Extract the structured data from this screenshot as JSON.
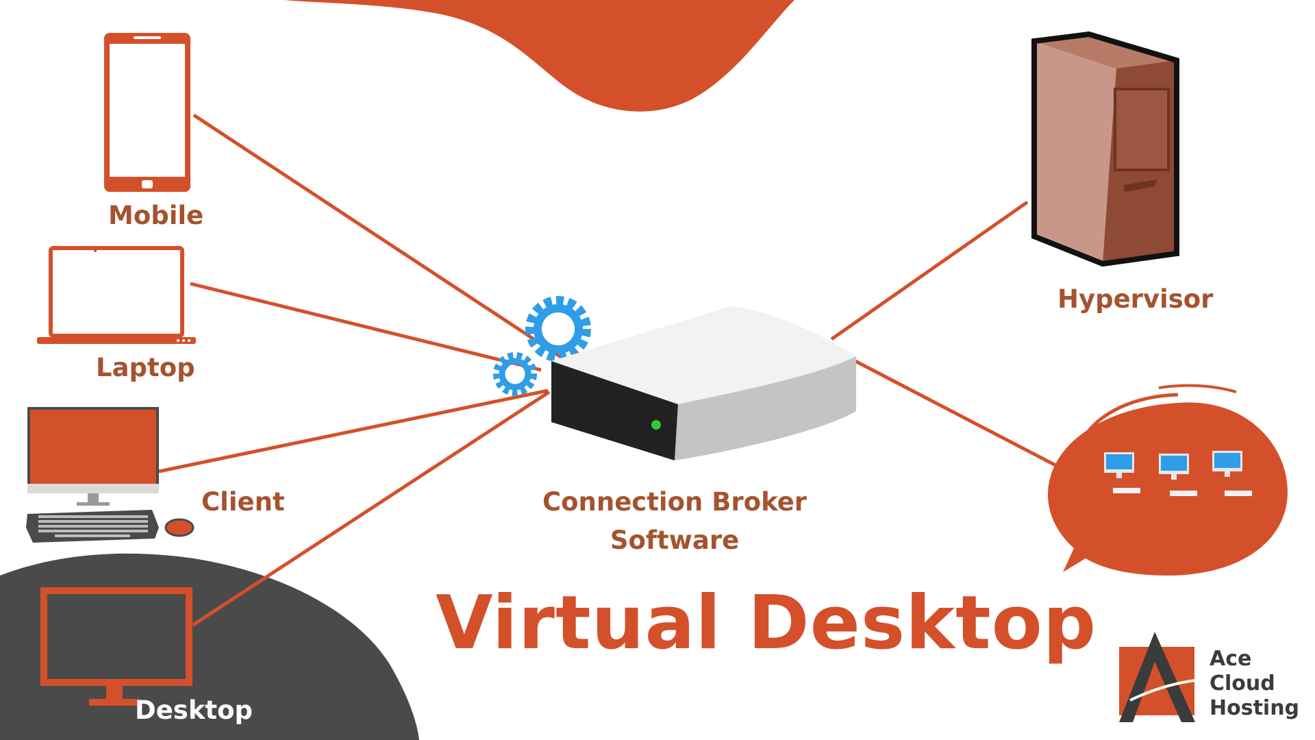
{
  "colors": {
    "accent": "#D4502A",
    "label_brown": "#A4532F",
    "dark_blob": "#4A4A4A",
    "gear_blue": "#2F9DE8",
    "server_brown": "#8E4A35",
    "white": "#FFFFFF",
    "logo_text": "#3B3B3B"
  },
  "labels": {
    "mobile": "Mobile",
    "laptop": "Laptop",
    "client": "Client",
    "desktop": "Desktop",
    "hypervisor": "Hypervisor",
    "broker_line1": "Connection Broker",
    "broker_line2": "Software"
  },
  "title": "Virtual Desktop",
  "logo": {
    "line1": "Ace",
    "line2": "Cloud",
    "line3": "Hosting"
  },
  "icons": {
    "mobile": "mobile-phone-icon",
    "laptop": "laptop-icon",
    "client": "desktop-computer-keyboard-mouse-icon",
    "desktop": "monitor-icon",
    "hypervisor": "tower-server-icon",
    "broker": "network-drive-icon",
    "gears": "gears-icon",
    "virtual_desktops": "speech-bubble-computers-icon"
  }
}
